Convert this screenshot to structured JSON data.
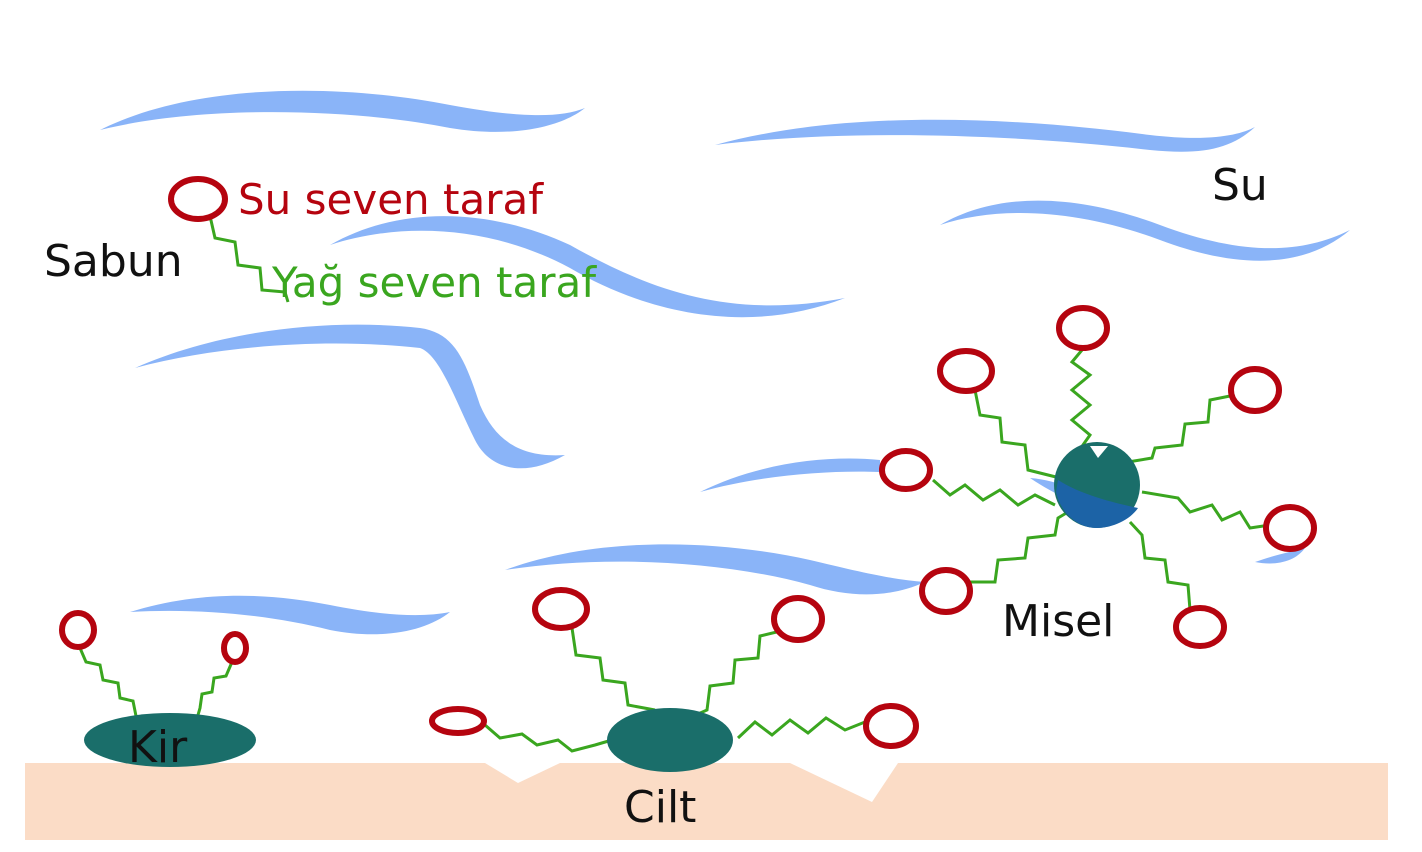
{
  "labels": {
    "water": "Su",
    "soap": "Sabun",
    "hydrophilic": "Su seven taraf",
    "lipophilic": "Yağ seven taraf",
    "micelle": "Misel",
    "dirt": "Kir",
    "skin": "Cilt"
  },
  "colors": {
    "water": "#8ab4f8",
    "head": "#b5040f",
    "tail": "#3aa61f",
    "dirt": "#1a6e6a",
    "skin": "#fbdcc6",
    "text": "#111111"
  }
}
